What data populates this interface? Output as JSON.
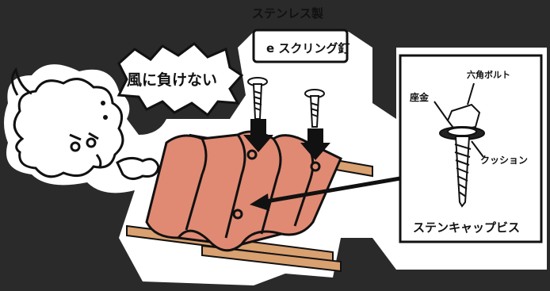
{
  "labels": {
    "stainless": "ステンレス製",
    "nail": "スクリング釘",
    "nail_prefix": "e",
    "wind": "風に負けない",
    "hex_bolt": "六角ボルト",
    "washer": "座金",
    "cushion": "クッション",
    "stencap": "ステンキャップビス"
  },
  "colors": {
    "background": "#2a2a2a",
    "tile": "#e08a73",
    "tile_shadow": "#c96d58",
    "batten": "#d9a070",
    "ink": "#111111",
    "panel": "#ffffff"
  },
  "icons": [
    "wind-cloud-icon",
    "nail-icon",
    "down-arrow-icon",
    "screw-icon",
    "pointer-arrow-icon"
  ]
}
